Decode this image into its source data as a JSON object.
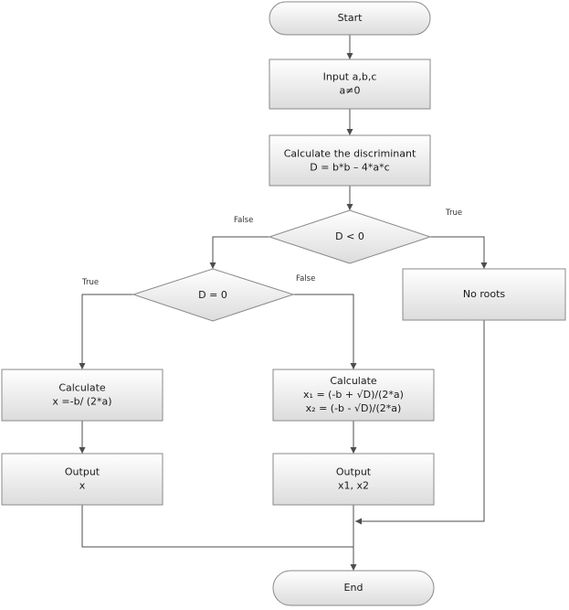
{
  "nodes": {
    "start": {
      "lines": [
        "Start"
      ]
    },
    "input": {
      "lines": [
        "Input a,b,c",
        "a≠0"
      ]
    },
    "discriminant": {
      "lines": [
        "Calculate the discriminant",
        "D = b*b – 4*a*c"
      ]
    },
    "d_lt_0": {
      "lines": [
        "D < 0"
      ]
    },
    "no_roots": {
      "lines": [
        "No roots"
      ]
    },
    "d_eq_0": {
      "lines": [
        "D = 0"
      ]
    },
    "calc_single": {
      "lines": [
        "Calculate",
        "x =-b/ (2*a)"
      ]
    },
    "calc_two": {
      "lines": [
        "Calculate",
        "x₁ = (-b + √D)/(2*a)",
        "x₂ = (-b - √D)/(2*a)"
      ]
    },
    "output_single": {
      "lines": [
        "Output",
        "x"
      ]
    },
    "output_two": {
      "lines": [
        "Output",
        "x1, x2"
      ]
    },
    "end": {
      "lines": [
        "End"
      ]
    }
  },
  "edge_labels": {
    "d_lt_0_false": "False",
    "d_lt_0_true": "True",
    "d_eq_0_true": "True",
    "d_eq_0_false": "False"
  }
}
